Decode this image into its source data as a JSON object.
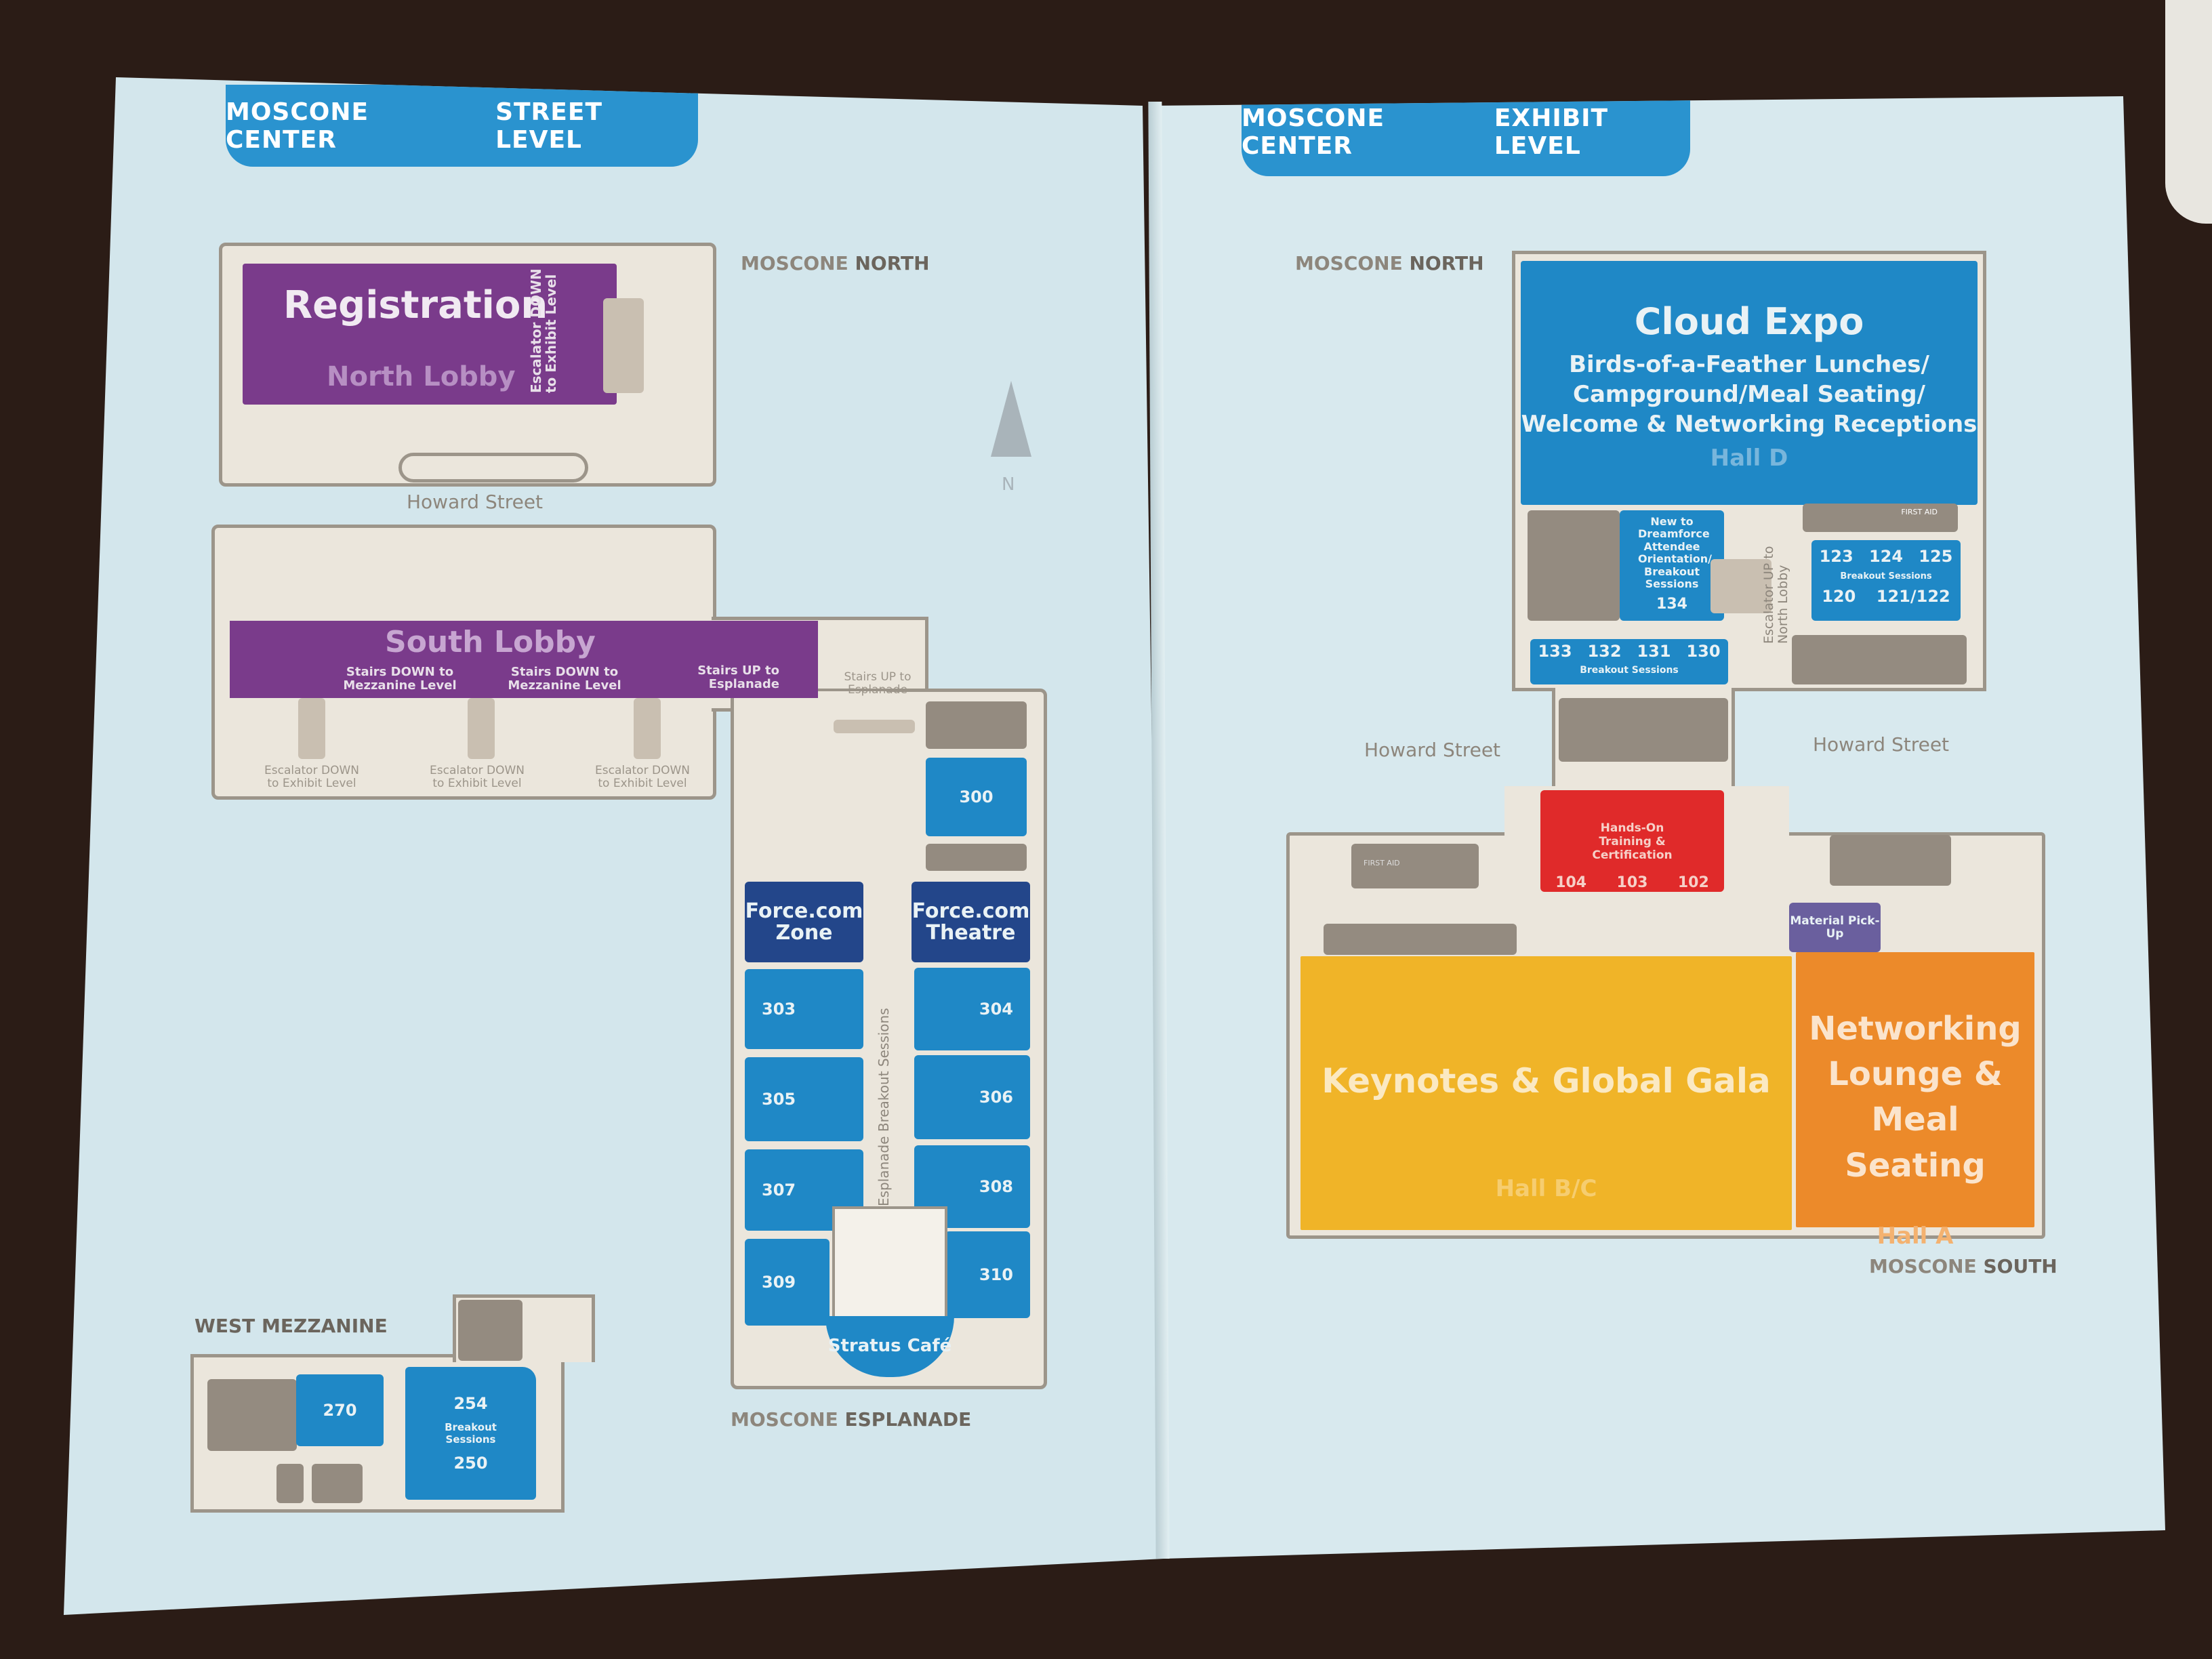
{
  "left_page": {
    "tab_prefix": "MOSCONE CENTER",
    "tab_bold": "STREET LEVEL",
    "moscone_north": {
      "prefix": "MOSCONE",
      "bold": "NORTH"
    },
    "registration": "Registration",
    "north_lobby": "North Lobby",
    "north_escalator": "Escalator DOWN to Exhibit Level",
    "howard_street": "Howard Street",
    "south_lobby": "South Lobby",
    "stairs_down_1": "Stairs DOWN to Mezzanine Level",
    "stairs_down_2": "Stairs DOWN to Mezzanine Level",
    "stairs_up_esplanade": "Stairs UP to Esplanade",
    "stairs_up_esplanade_2": "Stairs UP to Esplanade",
    "escalators": [
      "Escalator DOWN to Exhibit Level",
      "Escalator DOWN to Exhibit Level",
      "Escalator DOWN to Exhibit Level"
    ],
    "compass": "N",
    "esplanade": {
      "prefix": "MOSCONE",
      "bold": "ESPLANADE",
      "room_300": "300",
      "zone": "Force.com Zone",
      "theatre": "Force.com Theatre",
      "rooms": [
        "303",
        "305",
        "307",
        "309",
        "304",
        "306",
        "308",
        "310"
      ],
      "breakout_label": "Esplanade Breakout Sessions",
      "cafe": "Stratus Café"
    },
    "west_mezzanine": {
      "prefix": "WEST",
      "bold": "MEZZANINE",
      "room_270": "270",
      "room_254": "254",
      "breakout": "Breakout Sessions",
      "room_250": "250"
    }
  },
  "right_page": {
    "tab_prefix": "MOSCONE CENTER",
    "tab_bold": "EXHIBIT LEVEL",
    "moscone_north": {
      "prefix": "MOSCONE",
      "bold": "NORTH"
    },
    "cloud_expo": {
      "title": "Cloud Expo",
      "line1": "Birds-of-a-Feather Lunches/",
      "line2": "Campground/Meal Seating/",
      "line3": "Welcome & Networking Receptions",
      "hall": "Hall D"
    },
    "orientation": "New to Dreamforce Attendee Orientation/ Breakout Sessions",
    "room_134": "134",
    "rooms_row": [
      "133",
      "132",
      "131",
      "130"
    ],
    "breakout_row": "Breakout Sessions",
    "rooms_right_top": [
      "123",
      "124",
      "125"
    ],
    "breakout_right": "Breakout Sessions",
    "rooms_right_bottom": [
      "120",
      "121/122"
    ],
    "escalator": "Escalator UP to North Lobby",
    "first_aid_top": "FIRST AID",
    "howard_left": "Howard Street",
    "howard_right": "Howard Street",
    "hands_on": "Hands-On Training & Certification",
    "rooms_red": [
      "104",
      "103",
      "102"
    ],
    "first_aid": "FIRST AID",
    "material": "Material Pick-Up",
    "keynotes": "Keynotes & Global Gala",
    "hall_bc": "Hall B/C",
    "networking": "Networking Lounge & Meal Seating",
    "hall_a": "Hall A",
    "moscone_south": {
      "prefix": "MOSCONE",
      "bold": "SOUTH"
    }
  },
  "colors": {
    "purple": "#7a3b8b",
    "blue": "#1f88c6",
    "navy": "#23468a",
    "red": "#e02a2a",
    "yellow": "#f0b428",
    "orange": "#ec8a2a",
    "lavender": "#6a5f9e"
  }
}
